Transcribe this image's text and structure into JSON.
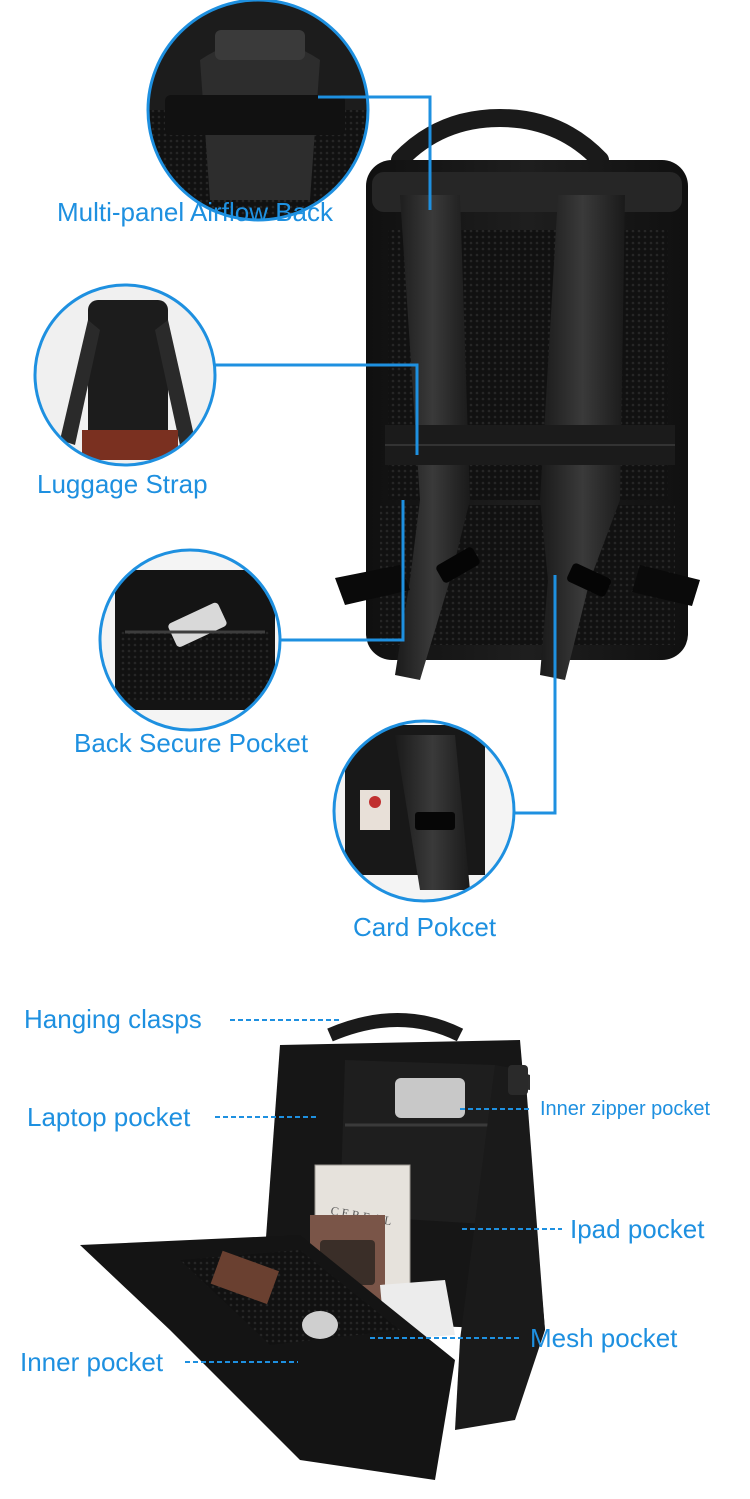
{
  "top_section": {
    "callouts": [
      {
        "id": "airflow",
        "label": "Multi-panel Airflow Back"
      },
      {
        "id": "luggage",
        "label": "Luggage Strap"
      },
      {
        "id": "secure",
        "label": "Back Secure Pocket"
      },
      {
        "id": "card",
        "label": "Card Pokcet"
      }
    ],
    "card_book_text": ""
  },
  "bottom_section": {
    "labels": {
      "hanging": "Hanging clasps",
      "laptop": "Laptop pocket",
      "inner_zipper": "Inner zipper pocket",
      "ipad": "Ipad pocket",
      "mesh": "Mesh pocket",
      "inner": "Inner pocket"
    },
    "book_title": "CEREAL"
  },
  "colors": {
    "accent": "#1e90e0",
    "bag": "#161616",
    "bag_light": "#2c2c2c",
    "mesh": "#0d0d0d",
    "background": "#ffffff"
  }
}
